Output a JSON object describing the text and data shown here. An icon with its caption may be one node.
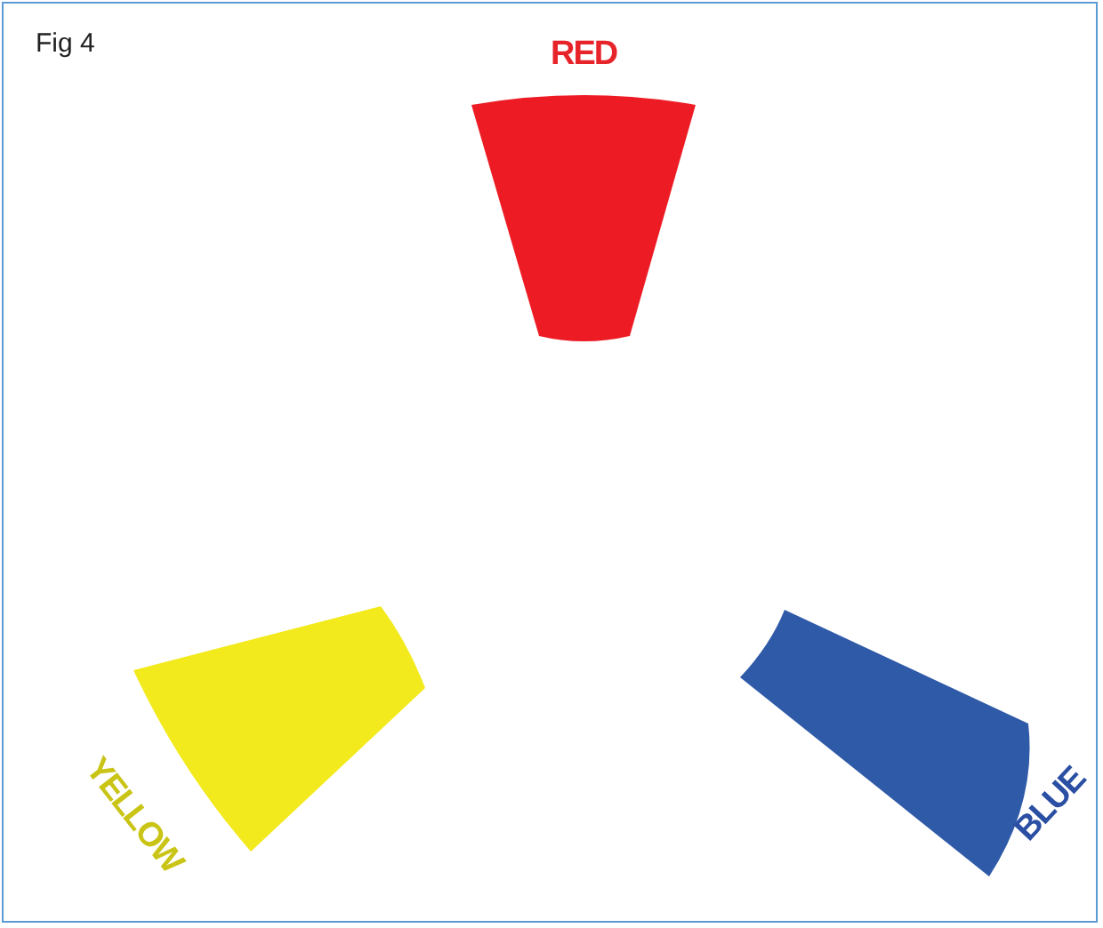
{
  "diagram": {
    "title": "Fig 4",
    "nodes": [
      {
        "text": [
          "RED"
        ]
      },
      {
        "text": [
          "YELLOW"
        ]
      },
      {
        "text": [
          "BLUE"
        ]
      }
    ]
  }
}
